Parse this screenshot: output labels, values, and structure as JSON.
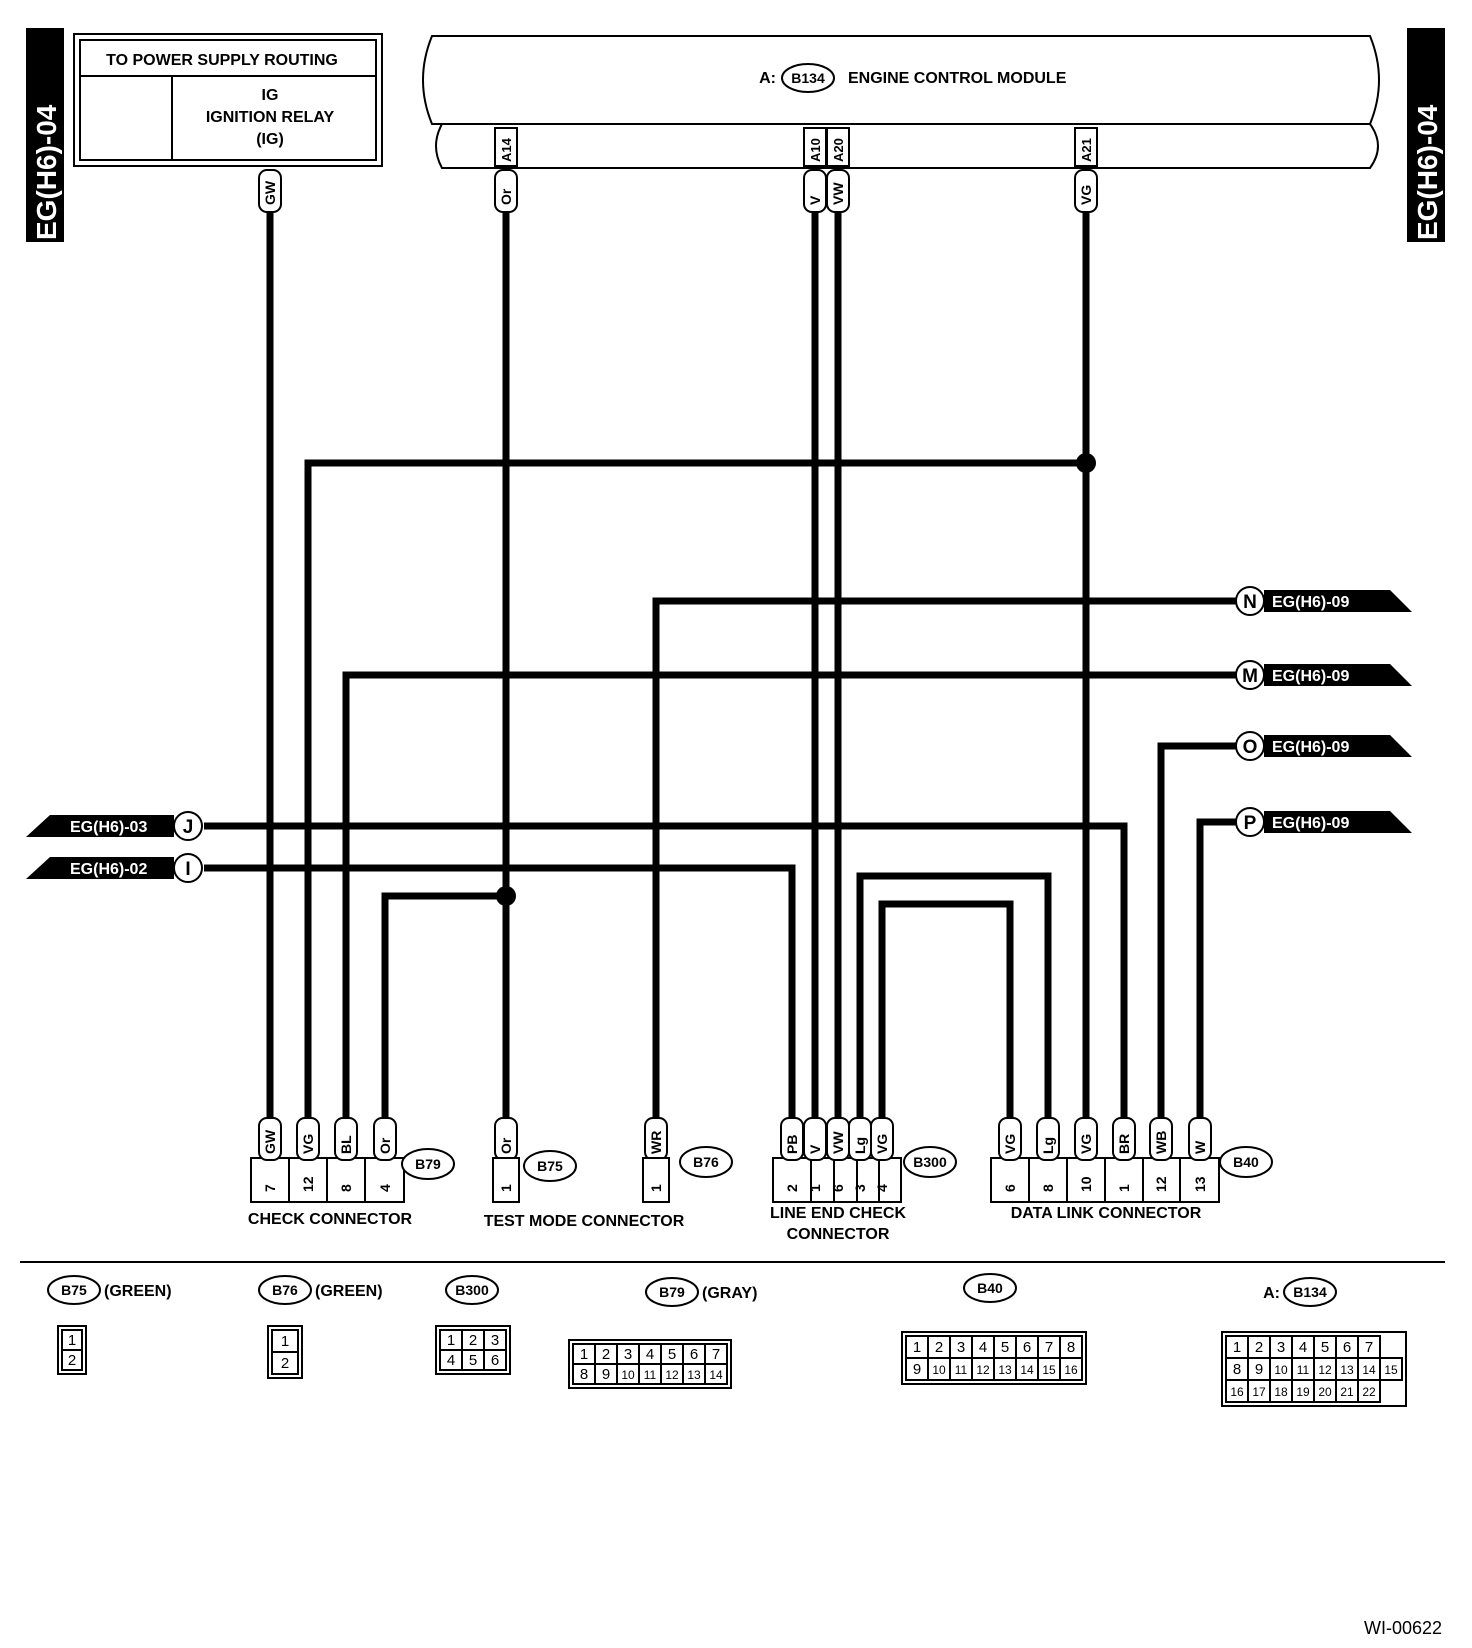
{
  "side_tags": {
    "left": "EG(H6)-04",
    "right": "EG(H6)-04"
  },
  "power_box": {
    "title": "TO POWER SUPPLY ROUTING",
    "line1": "IG",
    "line2": "IGNITION RELAY",
    "line3": "(IG)",
    "wire": "GW"
  },
  "ecm": {
    "prefix": "A:",
    "connector": "B134",
    "label": "ENGINE CONTROL MODULE"
  },
  "ecm_pins": [
    {
      "pin": "A14",
      "color": "Or"
    },
    {
      "pin": "A10",
      "color": "V"
    },
    {
      "pin": "A20",
      "color": "VW"
    },
    {
      "pin": "A21",
      "color": "VG"
    }
  ],
  "offpage_right": [
    {
      "letter": "N",
      "ref": "EG(H6)-09"
    },
    {
      "letter": "M",
      "ref": "EG(H6)-09"
    },
    {
      "letter": "O",
      "ref": "EG(H6)-09"
    },
    {
      "letter": "P",
      "ref": "EG(H6)-09"
    }
  ],
  "offpage_left": [
    {
      "letter": "J",
      "ref": "EG(H6)-03"
    },
    {
      "letter": "I",
      "ref": "EG(H6)-02"
    }
  ],
  "bottom_connectors": [
    {
      "id": "B79",
      "name": "CHECK CONNECTOR",
      "pins": [
        {
          "color": "GW",
          "num": "7"
        },
        {
          "color": "VG",
          "num": "12"
        },
        {
          "color": "BL",
          "num": "8"
        },
        {
          "color": "Or",
          "num": "4"
        }
      ]
    },
    {
      "id": "B75",
      "name": "TEST MODE CONNECTOR",
      "pins": [
        {
          "color": "Or",
          "num": "1"
        }
      ]
    },
    {
      "id": "B76",
      "name": "",
      "pins": [
        {
          "color": "WR",
          "num": "1"
        }
      ]
    },
    {
      "id": "B300",
      "name": "LINE END CHECK",
      "name2": "CONNECTOR",
      "pins": [
        {
          "color": "PB",
          "num": "2"
        },
        {
          "color": "V",
          "num": "1"
        },
        {
          "color": "VW",
          "num": "6"
        },
        {
          "color": "Lg",
          "num": "3"
        },
        {
          "color": "VG",
          "num": "4"
        }
      ]
    },
    {
      "id": "B40",
      "name": "DATA LINK CONNECTOR",
      "pins": [
        {
          "color": "VG",
          "num": "6"
        },
        {
          "color": "Lg",
          "num": "8"
        },
        {
          "color": "VG",
          "num": "10"
        },
        {
          "color": "BR",
          "num": "1"
        },
        {
          "color": "WB",
          "num": "12"
        },
        {
          "color": "W",
          "num": "13"
        }
      ]
    }
  ],
  "legend": [
    {
      "id": "B75",
      "color": "(GREEN)",
      "rows": [
        [
          "1"
        ],
        [
          "2"
        ]
      ]
    },
    {
      "id": "B76",
      "color": "(GREEN)",
      "rows": [
        [
          "1"
        ],
        [
          "2"
        ]
      ]
    },
    {
      "id": "B300",
      "color": "",
      "rows": [
        [
          "1",
          "2",
          "3"
        ],
        [
          "4",
          "5",
          "6"
        ]
      ]
    },
    {
      "id": "B79",
      "color": "(GRAY)",
      "rows": [
        [
          "1",
          "2",
          "3",
          "4",
          "5",
          "6",
          "7"
        ],
        [
          "8",
          "9",
          "10",
          "11",
          "12",
          "13",
          "14"
        ]
      ]
    },
    {
      "id": "B40",
      "color": "",
      "rows": [
        [
          "1",
          "2",
          "3",
          "4",
          "5",
          "6",
          "7",
          "8"
        ],
        [
          "9",
          "10",
          "11",
          "12",
          "13",
          "14",
          "15",
          "16"
        ]
      ]
    },
    {
      "id": "B134",
      "prefix": "A:",
      "color": "",
      "rows": [
        [
          "1",
          "2",
          "3",
          "4",
          "5",
          "6",
          "7"
        ],
        [
          "8",
          "9",
          "10",
          "11",
          "12",
          "13",
          "14",
          "15"
        ],
        [
          "16",
          "17",
          "18",
          "19",
          "20",
          "21",
          "22"
        ]
      ]
    }
  ],
  "figure_code": "WI-00622"
}
